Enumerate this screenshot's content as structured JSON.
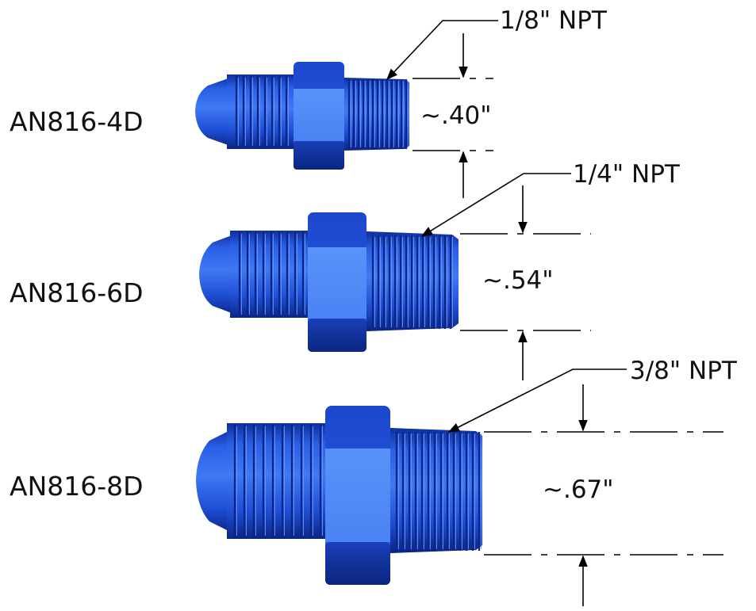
{
  "colors": {
    "fitting_main": "#1f4fd6",
    "fitting_light": "#4d86f5",
    "fitting_dark": "#0c2a96",
    "line": "#000000",
    "text": "#111111",
    "background": "#ffffff"
  },
  "fittings": [
    {
      "part_number": "AN816-4D",
      "thread_size": "1/8\" NPT",
      "dimension": "~.40\""
    },
    {
      "part_number": "AN816-6D",
      "thread_size": "1/4\" NPT",
      "dimension": "~.54\""
    },
    {
      "part_number": "AN816-8D",
      "thread_size": "3/8\" NPT",
      "dimension": "~.67\""
    }
  ]
}
